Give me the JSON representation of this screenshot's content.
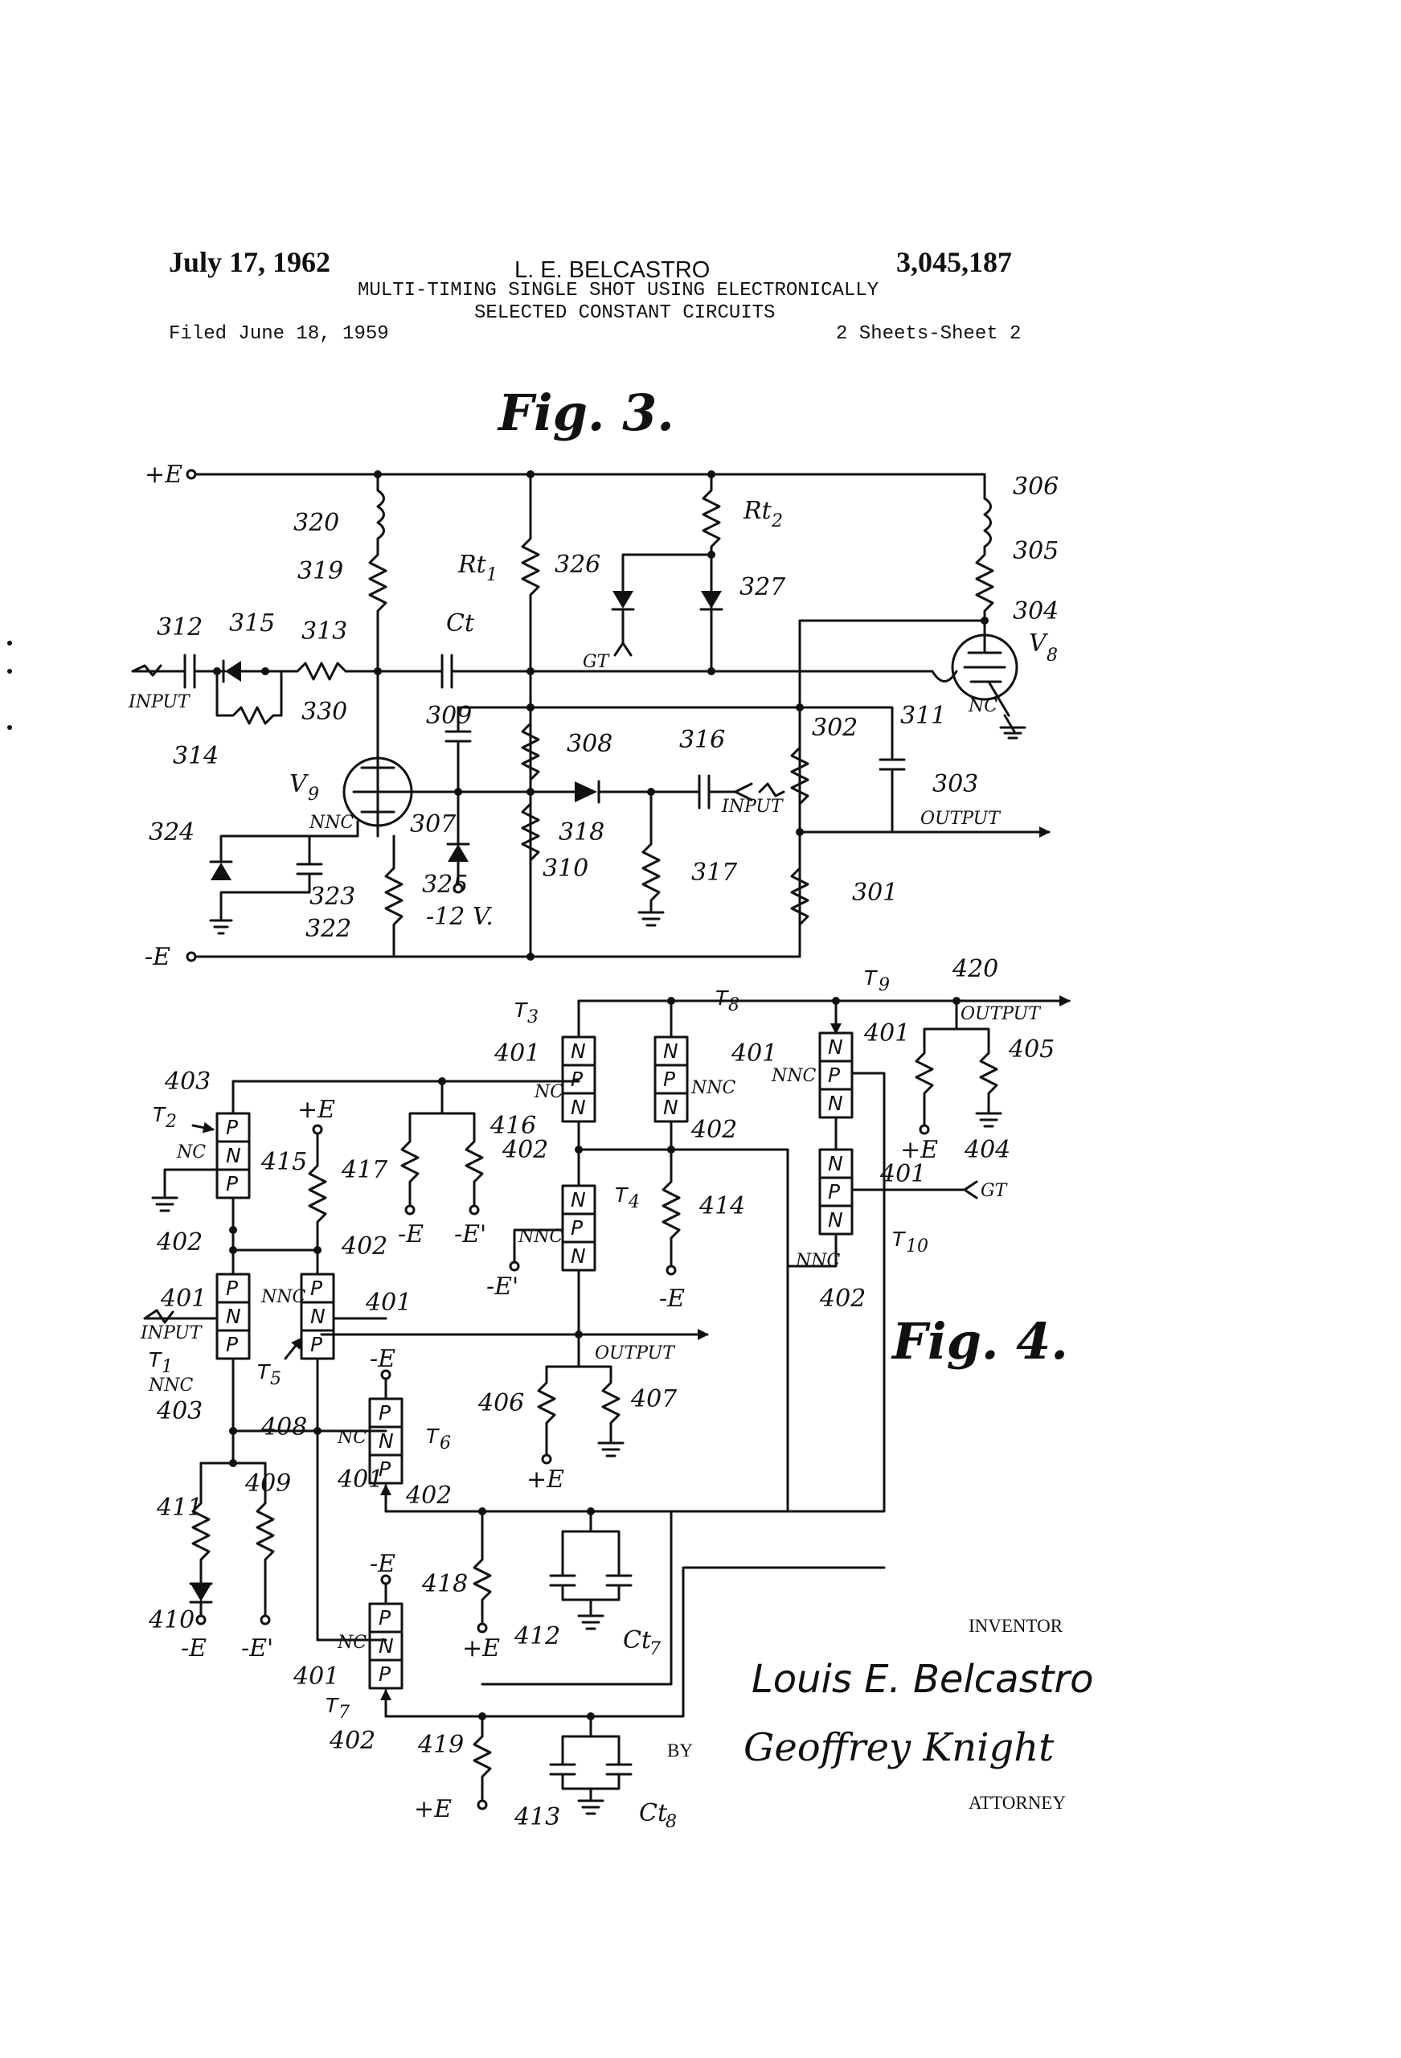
{
  "header": {
    "date": "July 17, 1962",
    "inventor_caps": "L. E. BELCASTRO",
    "patent_number": "3,045,187",
    "title_line1": "MULTI-TIMING SINGLE SHOT USING ELECTRONICALLY",
    "title_line2": "SELECTED CONSTANT CIRCUITS",
    "filed": "Filed June 18, 1959",
    "sheets": "2 Sheets-Sheet 2"
  },
  "fig3": {
    "title": "Fig. 3.",
    "labels": {
      "plus_e": "+E",
      "minus_e": "-E",
      "input_left": "INPUT",
      "input_right": "INPUT",
      "output": "OUTPUT",
      "l320": "320",
      "l319": "319",
      "rt1": "Rt",
      "rt1_sub": "1",
      "rt2": "Rt",
      "rt2_sub": "2",
      "l326": "326",
      "l327": "327",
      "gt": "GT",
      "l312": "312",
      "l315": "315",
      "l313": "313",
      "ct": "Ct",
      "l314": "314",
      "l330": "330",
      "l309": "309",
      "l308": "308",
      "l316": "316",
      "l302": "302",
      "l311": "311",
      "l306": "306",
      "l305": "305",
      "l304": "304",
      "v8": "V",
      "v8_sub": "8",
      "nc": "NC",
      "l303": "303",
      "v9": "V",
      "v9_sub": "9",
      "nnc": "NNC",
      "l324": "324",
      "l307": "307",
      "l318": "318",
      "l310": "310",
      "l317": "317",
      "l301": "301",
      "l323": "323",
      "l325": "325",
      "minus12v": "-12 V.",
      "l322": "322"
    }
  },
  "fig4": {
    "title": "Fig. 4.",
    "labels": {
      "t9": "T",
      "t9_sub": "9",
      "l420": "420",
      "output_top": "OUTPUT",
      "l405": "405",
      "l404": "404",
      "plus_e_404": "+E",
      "t3": "T",
      "t3_sub": "3",
      "t8": "T",
      "t8_sub": "8",
      "l401": "401",
      "nc": "NC",
      "nnc": "NNC",
      "l403": "403",
      "t2": "T",
      "t2_sub": "2",
      "plus_e": "+E",
      "l415": "415",
      "l417": "417",
      "l416": "416",
      "l402": "402",
      "l414": "414",
      "t4": "T",
      "t4_sub": "4",
      "gt": "GT",
      "t10": "T",
      "t10_sub": "10",
      "minus_e": "-E",
      "minus_e_prime": "-E'",
      "input": "INPUT",
      "t1": "T",
      "t1_sub": "1",
      "t5": "T",
      "t5_sub": "5",
      "output_mid": "OUTPUT",
      "l406": "406",
      "l407": "407",
      "l408": "408",
      "t6": "T",
      "t6_sub": "6",
      "l409": "409",
      "l411": "411",
      "l410": "410",
      "l418": "418",
      "l412": "412",
      "ct7": "Ct",
      "ct7_sub": "7",
      "t7": "T",
      "t7_sub": "7",
      "l419": "419",
      "l413": "413",
      "ct8": "Ct",
      "ct8_sub": "8",
      "p": "P",
      "n": "N"
    }
  },
  "footer": {
    "inventor_caption": "INVENTOR",
    "inventor_name": "Louis E. Belcastro",
    "by": "BY",
    "attorney_signature": "Geoffrey Knight",
    "attorney_caption": "ATTORNEY"
  }
}
